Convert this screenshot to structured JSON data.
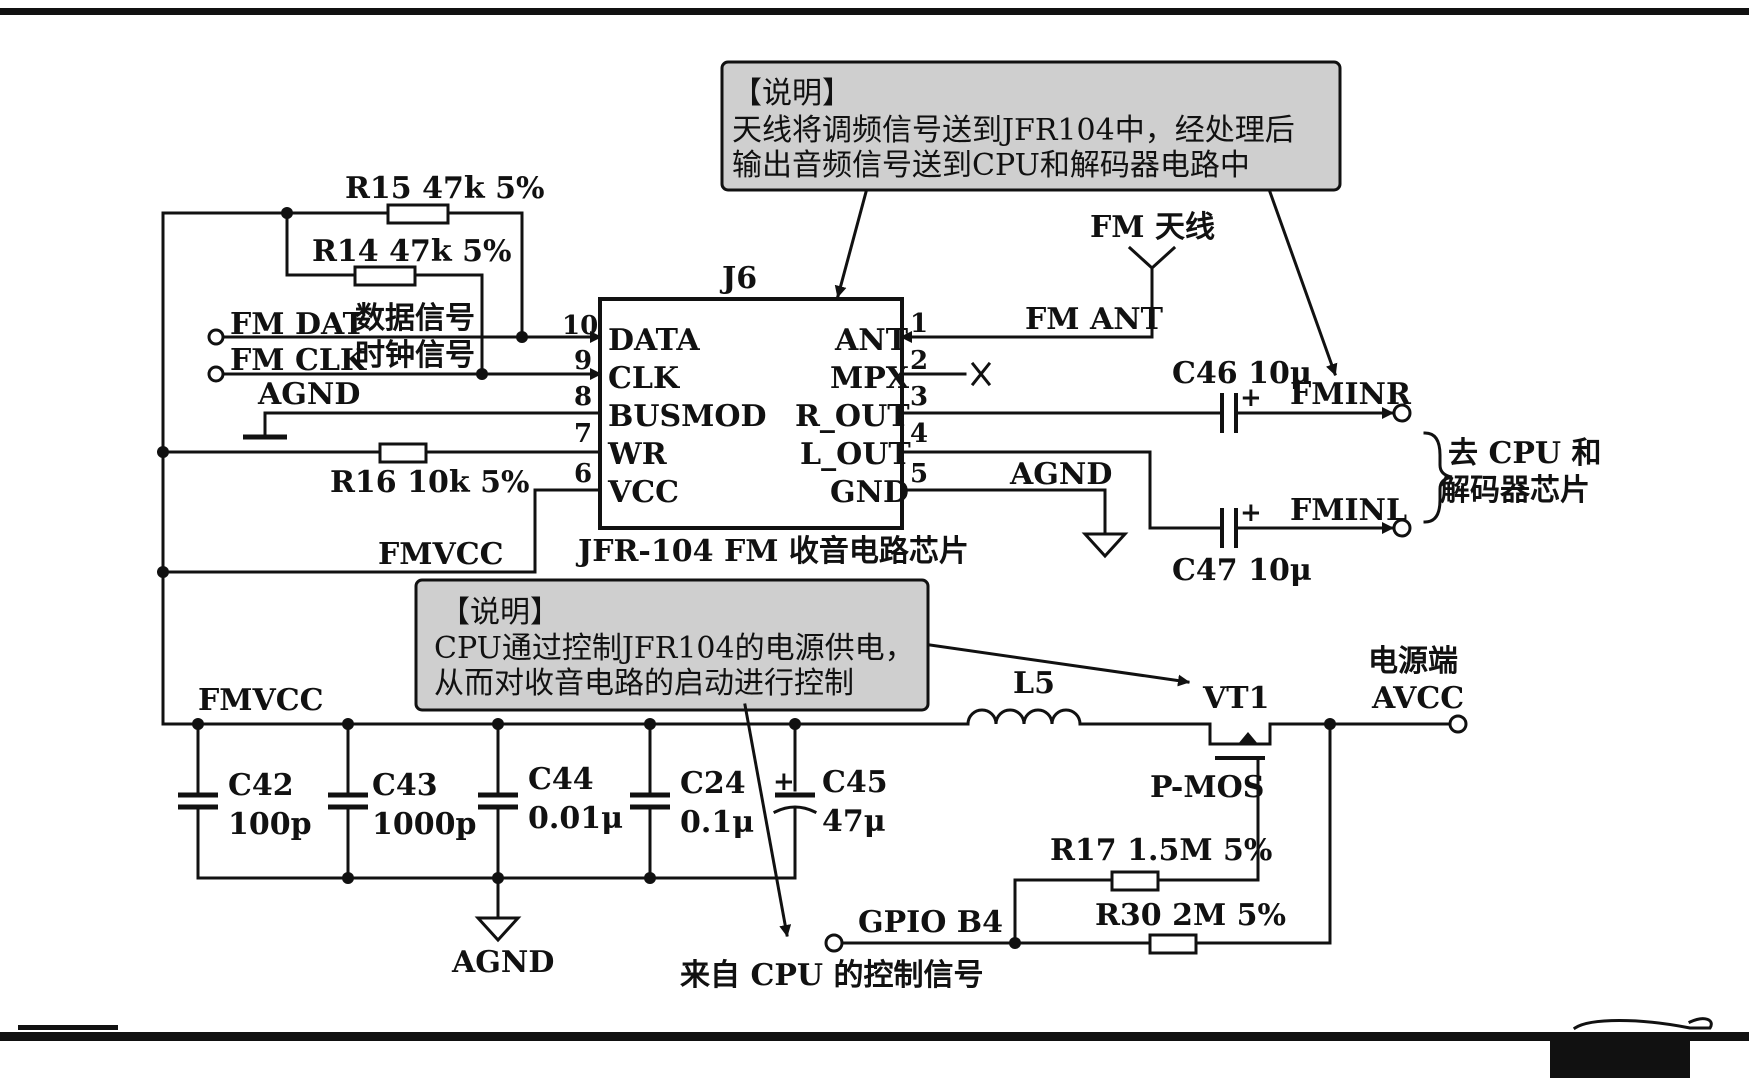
{
  "note_top": {
    "heading": "【说明】",
    "line1": "天线将调频信号送到JFR104中，经处理后",
    "line2": "输出音频信号送到CPU和解码器电路中"
  },
  "note_bottom": {
    "heading": "【说明】",
    "line1": "CPU通过控制JFR104的电源供电，",
    "line2": "从而对收音电路的启动进行控制"
  },
  "chip": {
    "ref": "J6",
    "caption": "JFR-104 FM 收音电路芯片",
    "left_pins": [
      {
        "num": "10",
        "name": "DATA"
      },
      {
        "num": "9",
        "name": "CLK"
      },
      {
        "num": "8",
        "name": "BUSMOD"
      },
      {
        "num": "7",
        "name": "WR"
      },
      {
        "num": "6",
        "name": "VCC"
      }
    ],
    "right_pins": [
      {
        "num": "1",
        "name": "ANT"
      },
      {
        "num": "2",
        "name": "MPX"
      },
      {
        "num": "3",
        "name": "R_OUT"
      },
      {
        "num": "4",
        "name": "L_OUT"
      },
      {
        "num": "5",
        "name": "GND"
      }
    ]
  },
  "labels": {
    "r15": "R15 47k 5%",
    "r14": "R14 47k 5%",
    "fm_dat": "FM DAT",
    "data_signal": "数据信号",
    "fm_clk": "FM CLK",
    "clock_signal": "时钟信号",
    "agnd_left": "AGND",
    "r16": "R16 10k 5%",
    "fmvcc_upper": "FMVCC",
    "fm_antenna": "FM 天线",
    "fm_ant": "FM ANT",
    "c46": "C46 10μ",
    "fminr": "FMINR",
    "agnd_right": "AGND",
    "fminl": "FMINL",
    "c47": "C47 10μ",
    "to_cpu_1": "去 CPU 和",
    "to_cpu_2": "解码器芯片",
    "fmvcc_lower": "FMVCC",
    "c42_name": "C42",
    "c42_val": "100p",
    "c43_name": "C43",
    "c43_val": "1000p",
    "c44_name": "C44",
    "c44_val": "0.01μ",
    "c24_name": "C24",
    "c24_val": "0.1μ",
    "c45_name": "C45",
    "c45_val": "47μ",
    "agnd_bottom": "AGND",
    "l5": "L5",
    "vt1": "VT1",
    "pmos": "P-MOS",
    "power_1": "电源端",
    "power_2": "AVCC",
    "r17": "R17 1.5M 5%",
    "r30": "R30 2M 5%",
    "gpio": "GPIO B4",
    "from_cpu": "来自 CPU 的控制信号"
  }
}
